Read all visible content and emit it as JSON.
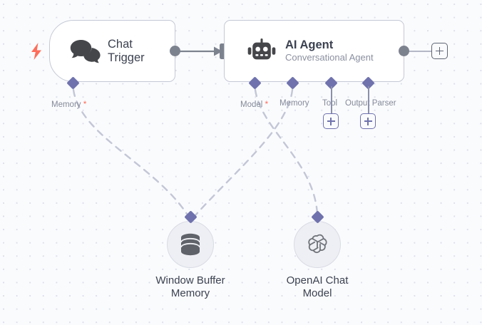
{
  "canvas": {
    "name": "n8n workflow canvas",
    "background_color": "#fafbfd",
    "grid_dot_color": "#dcdeea",
    "accent_purple": "#6f72ad",
    "accent_red": "#ff6d5a",
    "port_gray": "#7d828f",
    "node_border": "#c5c9d6",
    "text_color": "#3c4251",
    "muted_text": "#858a99"
  },
  "nodes": [
    {
      "id": "chat-trigger",
      "title": "Chat\nTrigger",
      "subtitle": "",
      "icon": "chat-bubbles-icon",
      "is_trigger": true,
      "trigger_icon": "lightning-bolt-icon",
      "sub_ports": [
        {
          "label": "Memory",
          "required": true
        }
      ]
    },
    {
      "id": "ai-agent",
      "title": "AI Agent",
      "subtitle": "Conversational Agent",
      "icon": "robot-icon",
      "is_trigger": false,
      "sub_ports": [
        {
          "label": "Model",
          "required": true,
          "has_add_button": false
        },
        {
          "label": "Memory",
          "required": false,
          "has_add_button": false
        },
        {
          "label": "Tool",
          "required": false,
          "has_add_button": true
        },
        {
          "label": "Output Parser",
          "required": false,
          "has_add_button": true
        }
      ]
    }
  ],
  "sub_nodes": [
    {
      "id": "window-buffer-memory",
      "label": "Window Buffer\nMemory",
      "icon": "database-icon"
    },
    {
      "id": "openai-chat-model",
      "label": "OpenAI Chat\nModel",
      "icon": "openai-logo-icon"
    }
  ],
  "buttons": {
    "add_node_right_label": "+",
    "add_tool_label": "+",
    "add_output_parser_label": "+"
  },
  "connections": [
    {
      "from": "chat-trigger",
      "to": "ai-agent",
      "style": "solid-arrow"
    },
    {
      "from": "chat-trigger.Memory",
      "to": "window-buffer-memory",
      "style": "dashed"
    },
    {
      "from": "ai-agent.Model",
      "to": "openai-chat-model",
      "style": "dashed"
    },
    {
      "from": "ai-agent.Memory",
      "to": "window-buffer-memory",
      "style": "dashed"
    }
  ]
}
